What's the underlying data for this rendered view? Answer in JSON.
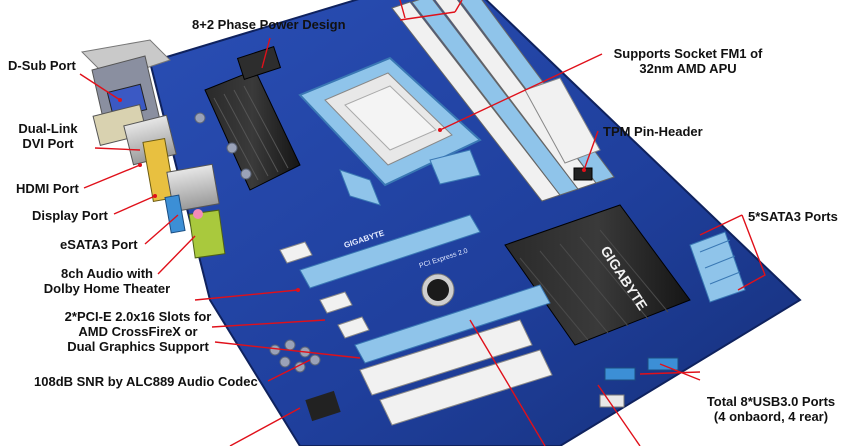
{
  "labels": {
    "power_design": "8+2 Phase Power Design",
    "dsub_port": "D-Sub Port",
    "dual_link_dvi": [
      "Dual-Link",
      "DVI Port"
    ],
    "hdmi_port": "HDMI Port",
    "display_port": "Display Port",
    "esata_port": "eSATA3 Port",
    "audio": [
      "8ch Audio with",
      "Dolby Home Theater"
    ],
    "pcie_slots": [
      "2*PCI-E 2.0x16 Slots for",
      "AMD CrossFireX or",
      "Dual Graphics Support"
    ],
    "snr": "108dB SNR by ALC889 Audio Codec",
    "socket": [
      "Supports Socket FM1 of",
      "32nm AMD APU"
    ],
    "tpm": "TPM Pin-Header",
    "sata": "5*SATA3 Ports",
    "usb": [
      "Total 8*USB3.0 Ports",
      "(4 onbaord, 4 rear)"
    ]
  },
  "board_prints": {
    "brand_small": "GIGABYTE",
    "brand_heatsink": "GIGABYTE",
    "pcie_slot_print": "PCI Express 2.0"
  },
  "colors": {
    "pcb": "#1f3f9c",
    "slot_blue": "#8fc4ea",
    "callout_red": "#e0101a",
    "heatsink": "#1b1b1b"
  }
}
